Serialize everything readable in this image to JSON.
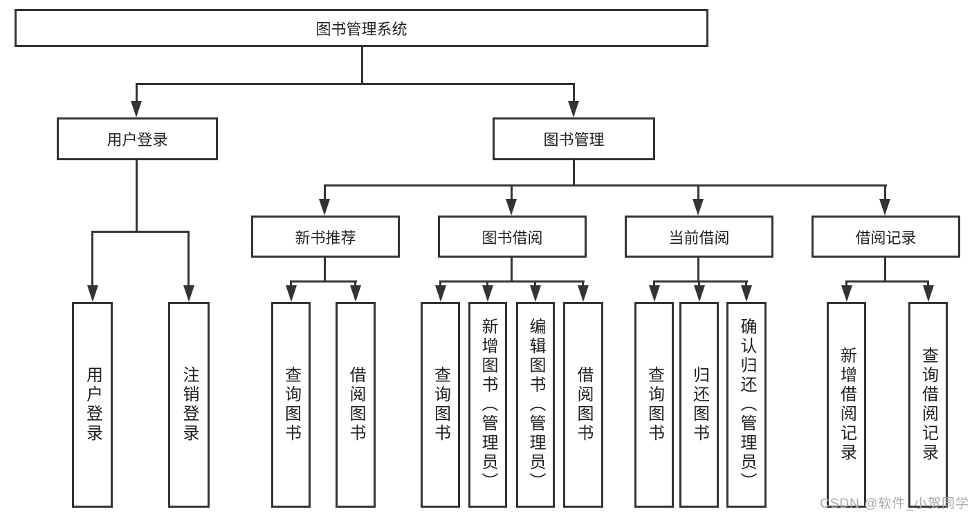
{
  "diagram": {
    "root": {
      "label": "图书管理系统"
    },
    "branches": {
      "user_login": {
        "label": "用户登录",
        "children": [
          {
            "label": "用户登录"
          },
          {
            "label": "注销登录"
          }
        ]
      },
      "book_management": {
        "label": "图书管理",
        "sections": [
          {
            "label": "新书推荐",
            "children": [
              {
                "label": "查询图书"
              },
              {
                "label": "借阅图书"
              }
            ]
          },
          {
            "label": "图书借阅",
            "children": [
              {
                "label": "查询图书"
              },
              {
                "label": "新增图书（管理员）"
              },
              {
                "label": "编辑图书（管理员）"
              },
              {
                "label": "借阅图书"
              }
            ]
          },
          {
            "label": "当前借阅",
            "children": [
              {
                "label": "查询图书"
              },
              {
                "label": "归还图书"
              },
              {
                "label": "确认归还（管理员）"
              }
            ]
          },
          {
            "label": "借阅记录",
            "children": [
              {
                "label": "新增借阅记录"
              },
              {
                "label": "查询借阅记录"
              }
            ]
          }
        ]
      }
    },
    "watermark": "CSDN @软件_小贺同学",
    "colors": {
      "line": "#333333",
      "text": "#1f1f1f",
      "watermark": "#a8a8a8",
      "background": "#ffffff"
    }
  }
}
